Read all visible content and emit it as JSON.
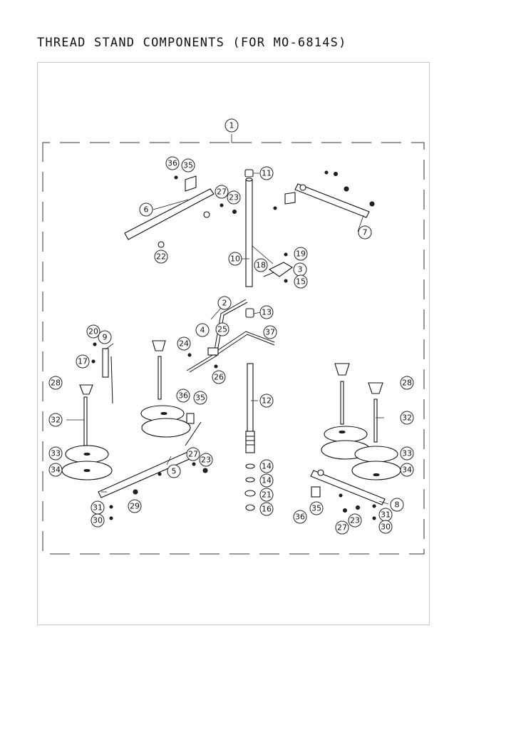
{
  "title": "THREAD STAND COMPONENTS (FOR MO-6814S)",
  "callouts": [
    "1",
    "36",
    "35",
    "11",
    "27",
    "23",
    "22",
    "6",
    "7",
    "10",
    "19",
    "3",
    "18",
    "15",
    "2",
    "13",
    "4",
    "25",
    "37",
    "24",
    "26",
    "20",
    "9",
    "17",
    "28",
    "32",
    "12",
    "36",
    "35",
    "33",
    "34",
    "27",
    "23",
    "5",
    "14",
    "14",
    "21",
    "16",
    "31",
    "30",
    "29",
    "28",
    "32",
    "33",
    "34",
    "8",
    "36",
    "35",
    "23",
    "27",
    "31",
    "30"
  ]
}
